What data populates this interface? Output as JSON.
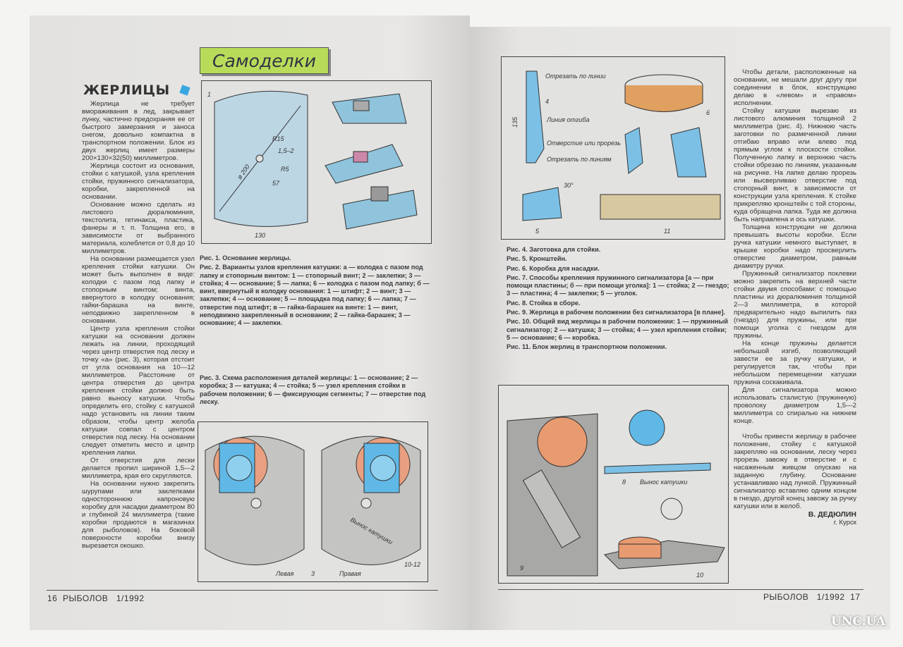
{
  "left_page": {
    "section": "Самоделки",
    "title": "ЖЕРЛИЦЫ",
    "paragraphs": [
      "Жерлица не требует вмораживания в лед, закрывает лунку, частично предохраняя ее от быстрого замерзания и заноса снегом, довольно компактна в транспортном положении. Блок из двух жерлиц имеет размеры 200×130×32(50) миллиметров.",
      "Жерлица состоит из основания, стойки с катушкой, узла крепления стойки, пружинного сигнализатора, коробки, закрепленной на основании.",
      "Основание можно сделать из листового дюралюминия, текстолита, гетинакса, пластика, фанеры и т. п. Толщина его, в зависимости от выбранного материала, колеблется от 0,8 до 10 миллиметров.",
      "На основании размещается узел крепления стойки катушки. Он может быть выполнен в виде: колодки с пазом под лапку и стопорным винтом; винта, ввернутого в колодку основания; гайки-барашка на винте, неподвижно закрепленном в основании.",
      "Центр узла крепления стойки катушки на основании должен лежать на линии, проходящей через центр отверстия под леску и точку «а» (рис. 3), которая отстоит от угла основания на 10—12 миллиметров. Расстояние от центра отверстия до центра крепления стойки должно быть равно выносу катушки. Чтобы определить его, стойку с катушкой надо установить на линии таким образом, чтобы центр желоба катушки совпал с центром отверстия под леску. На основании следует отметить место и центр крепления лапки.",
      "От отверстия для лески делается пропил шириной 1,5—2 миллиметра, края его скругляются.",
      "На основании нужно закрепить шурупами или заклепками одностороннюю капроновую коробку для насадки диаметром 80 и глубиной 24 миллиметра (такие коробки продаются в магазинах для рыболовов). На боковой поверхности коробки внизу вырезается окошко."
    ],
    "captions_1_2": [
      "Рис. 1. Основание жерлицы.",
      "Рис. 2. Варианты узлов крепления катушки: а — колодка с пазом под лапку и стопорным винтом: 1 — стопорный винт; 2 — заклепки; 3 — стойка; 4 — основание; 5 — лапка; 6 — колодка с пазом под лапку; б — винт, ввернутый в колодку основания: 1 — штифт; 2 — винт; 3 — заклепки; 4 — основание; 5 — площадка под лапку; 6 — лапка; 7 — отверстие под штифт; в — гайка-барашек на винте: 1 — винт, неподвижно закрепленный в основании; 2 — гайка-барашек; 3 — основание; 4 — заклепки."
    ],
    "caption_3": "Рис. 3. Схема расположения деталей жерлицы: 1 — основание; 2 — коробка; 3 — катушка; 4 — стойка; 5 — узел крепления стойки в рабочем положении; 6 — фиксирующие сегменты; 7 — отверстие под леску.",
    "fig1_labels": {
      "num": "1",
      "d": "ø 200",
      "r15": "R15",
      "r5": "R5",
      "slot": "1,5–2",
      "w57": "57",
      "w130": "130"
    },
    "fig3_labels": {
      "left": "Левая",
      "right": "Правая",
      "num": "3",
      "reach": "Вынос катушки",
      "a": "10-12"
    },
    "footer": {
      "page": "16",
      "magazine": "РЫБОЛОВ",
      "issue": "1/1992"
    }
  },
  "right_page": {
    "captions": [
      "Рис. 4. Заготовка для стойки.",
      "Рис. 5. Кронштейн.",
      "Рис. 6. Коробка для насадки.",
      "Рис. 7. Способы крепления пружинного сигнализатора [а — при помощи пластины; б — при помощи уголка]: 1 — стойка; 2 — гнездо; 3 — пластина; 4 — заклепки; 5 — уголок.",
      "Рис. 8. Стойка в сборе.",
      "Рис. 9. Жерлица в рабочем положении без сигнализатора [в плане].",
      "Рис. 10. Общий вид жерлицы в рабочем положении: 1 — пружинный сигнализатор; 2 — катушка; 3 — стойка; 4 — узел крепления стойки; 5 — основание; 6 — коробка.",
      "Рис. 11. Блок жерлиц в транспортном положении."
    ],
    "paragraphs": [
      "Чтобы детали, расположенные на основании, не мешали друг другу при соединении в блок, конструкцию делаю в «левом» и «правом» исполнении.",
      "Стойку катушки вырезаю из листового алюминия толщиной 2 миллиметра (рис. 4). Нижнюю часть заготовки по размеченной линии отгибаю вправо или влево под прямым углом к плоскости стойки. Полученную лапку и верхнюю часть стойки обрезаю по линиям, указанным на рисунке. На лапке делаю прорезь или высверливаю отверстие под стопорный винт, в зависимости от конструкции узла крепления. К стойке прикрепляю кронштейн с той стороны, куда обращена лапка. Туда же должна быть направлена и ось катушки.",
      "Толщина конструкции не должна превышать высоты коробки. Если ручка катушки немного выступает, в крышке коробки надо просверлить отверстие диаметром, равным диаметру ручки.",
      "Пружинный сигнализатор поклевки можно закрепить на верхней части стойки двумя способами: с помощью пластины из дюралюминия толщиной 2—3 миллиметра, в которой предварительно надо выпилить паз (гнездо) для пружины, или при помощи уголка с гнездом для пружины.",
      "На конце пружины делается небольшой изгиб, позволяющий завести ее за ручку катушки, и регулируется так, чтобы при небольшом перемещении катушки пружина соскакивала.",
      "Для сигнализатора можно использовать сталистую (пружинную) проволоку диаметром 1,5—2 миллиметра со спиралью на нижнем конце.",
      "Чтобы привести жерлицу в рабочее положение, стойку с катушкой закрепляю на основании, леску через прорезь завожу в отверстие и с насаженным живцом опускаю на заданную глубину. Основание устанавливаю над лункой. Пружинный сигнализатор вставляю одним концом в гнездо, другой конец завожу за ручку катушки или в желоб."
    ],
    "author": "В. ДЕДЮЛИН",
    "city": "г. Курск",
    "fig4_labels": {
      "cut": "Отрезать по линии",
      "bend": "Линия отгиба",
      "hole": "Отверстие или прорезь",
      "cut2": "Отрезать по линиям",
      "num4": "4",
      "num5": "5",
      "num6": "6",
      "num11": "11",
      "h135": "135",
      "angle": "30°"
    },
    "fig9_labels": {
      "num8": "8",
      "num9": "9",
      "num10": "10",
      "reach": "Вынос катушки"
    },
    "footer": {
      "magazine": "РЫБОЛОВ",
      "issue": "1/1992",
      "page": "17"
    }
  },
  "watermark": "UNC.UA"
}
